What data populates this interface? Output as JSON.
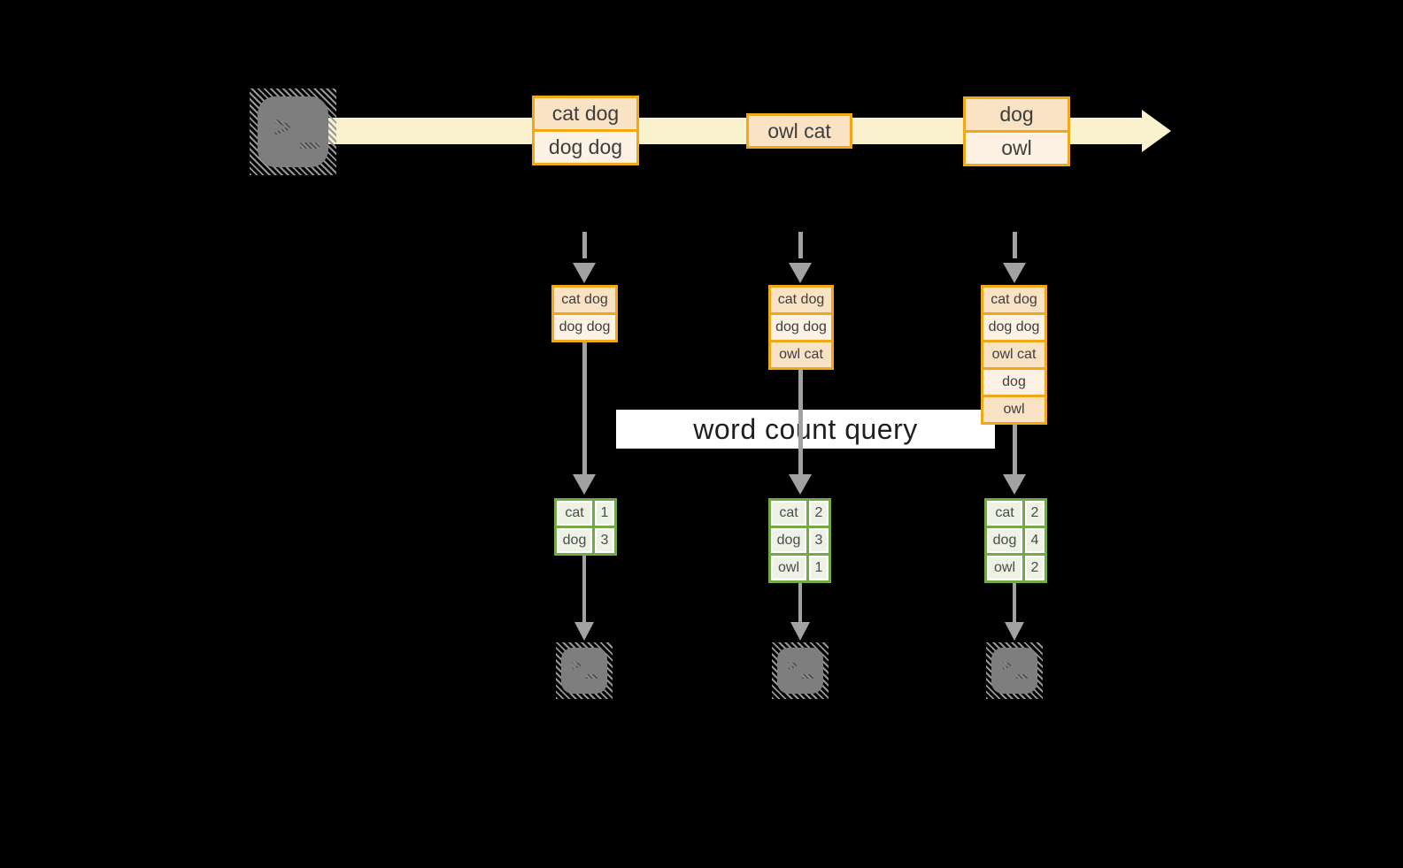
{
  "query_label": "word count query",
  "terminal_glyph": ">",
  "stream_batches": [
    {
      "cells": [
        "cat dog",
        "dog dog"
      ]
    },
    {
      "cells": [
        "owl cat"
      ]
    },
    {
      "cells": [
        "dog",
        "owl"
      ]
    }
  ],
  "micro_batches": [
    {
      "cells": [
        "cat dog",
        "dog dog"
      ]
    },
    {
      "cells": [
        "cat dog",
        "dog dog",
        "owl cat"
      ]
    },
    {
      "cells": [
        "cat dog",
        "dog dog",
        "owl cat",
        "dog",
        "owl"
      ]
    }
  ],
  "result_tables": [
    {
      "rows": [
        [
          "cat",
          "1"
        ],
        [
          "dog",
          "3"
        ]
      ]
    },
    {
      "rows": [
        [
          "cat",
          "2"
        ],
        [
          "dog",
          "3"
        ],
        [
          "owl",
          "1"
        ]
      ]
    },
    {
      "rows": [
        [
          "cat",
          "2"
        ],
        [
          "dog",
          "4"
        ],
        [
          "owl",
          "2"
        ]
      ]
    }
  ],
  "colors": {
    "background": "#000000",
    "cream": "#faf1cf",
    "gold": "#f0a818",
    "peach_dark": "#fae3c5",
    "peach_light": "#fdf2e3",
    "green": "#74aa46",
    "green_fill": "#edf2e5",
    "arrow_gray": "#a2a2a2",
    "terminal_gray": "#7e7e7e",
    "band_white": "#ffffff"
  }
}
